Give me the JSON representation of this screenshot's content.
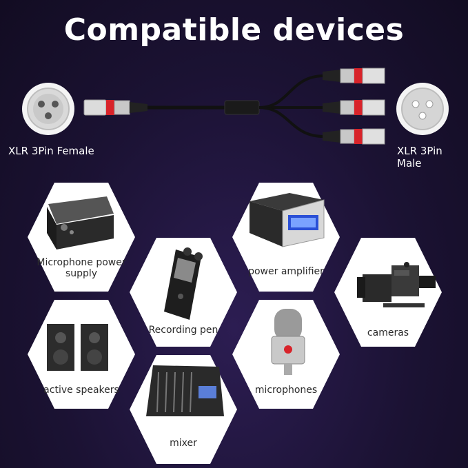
{
  "title": "Compatible devices",
  "connectors": {
    "female_label": "XLR 3Pin Female",
    "male_label": "XLR 3Pin Male"
  },
  "devices": [
    {
      "label": "Microphone power supply",
      "icon": "phantom-power-icon"
    },
    {
      "label": "power amplifier",
      "icon": "amplifier-icon"
    },
    {
      "label": "Recording pen",
      "icon": "recorder-icon"
    },
    {
      "label": "cameras",
      "icon": "camera-icon"
    },
    {
      "label": "active speakers",
      "icon": "speakers-icon"
    },
    {
      "label": "microphones",
      "icon": "microphone-icon"
    },
    {
      "label": "mixer",
      "icon": "mixer-icon"
    }
  ],
  "colors": {
    "accent_red": "#d8232a",
    "hex_fill": "#ffffff",
    "background": "#1b1233"
  }
}
